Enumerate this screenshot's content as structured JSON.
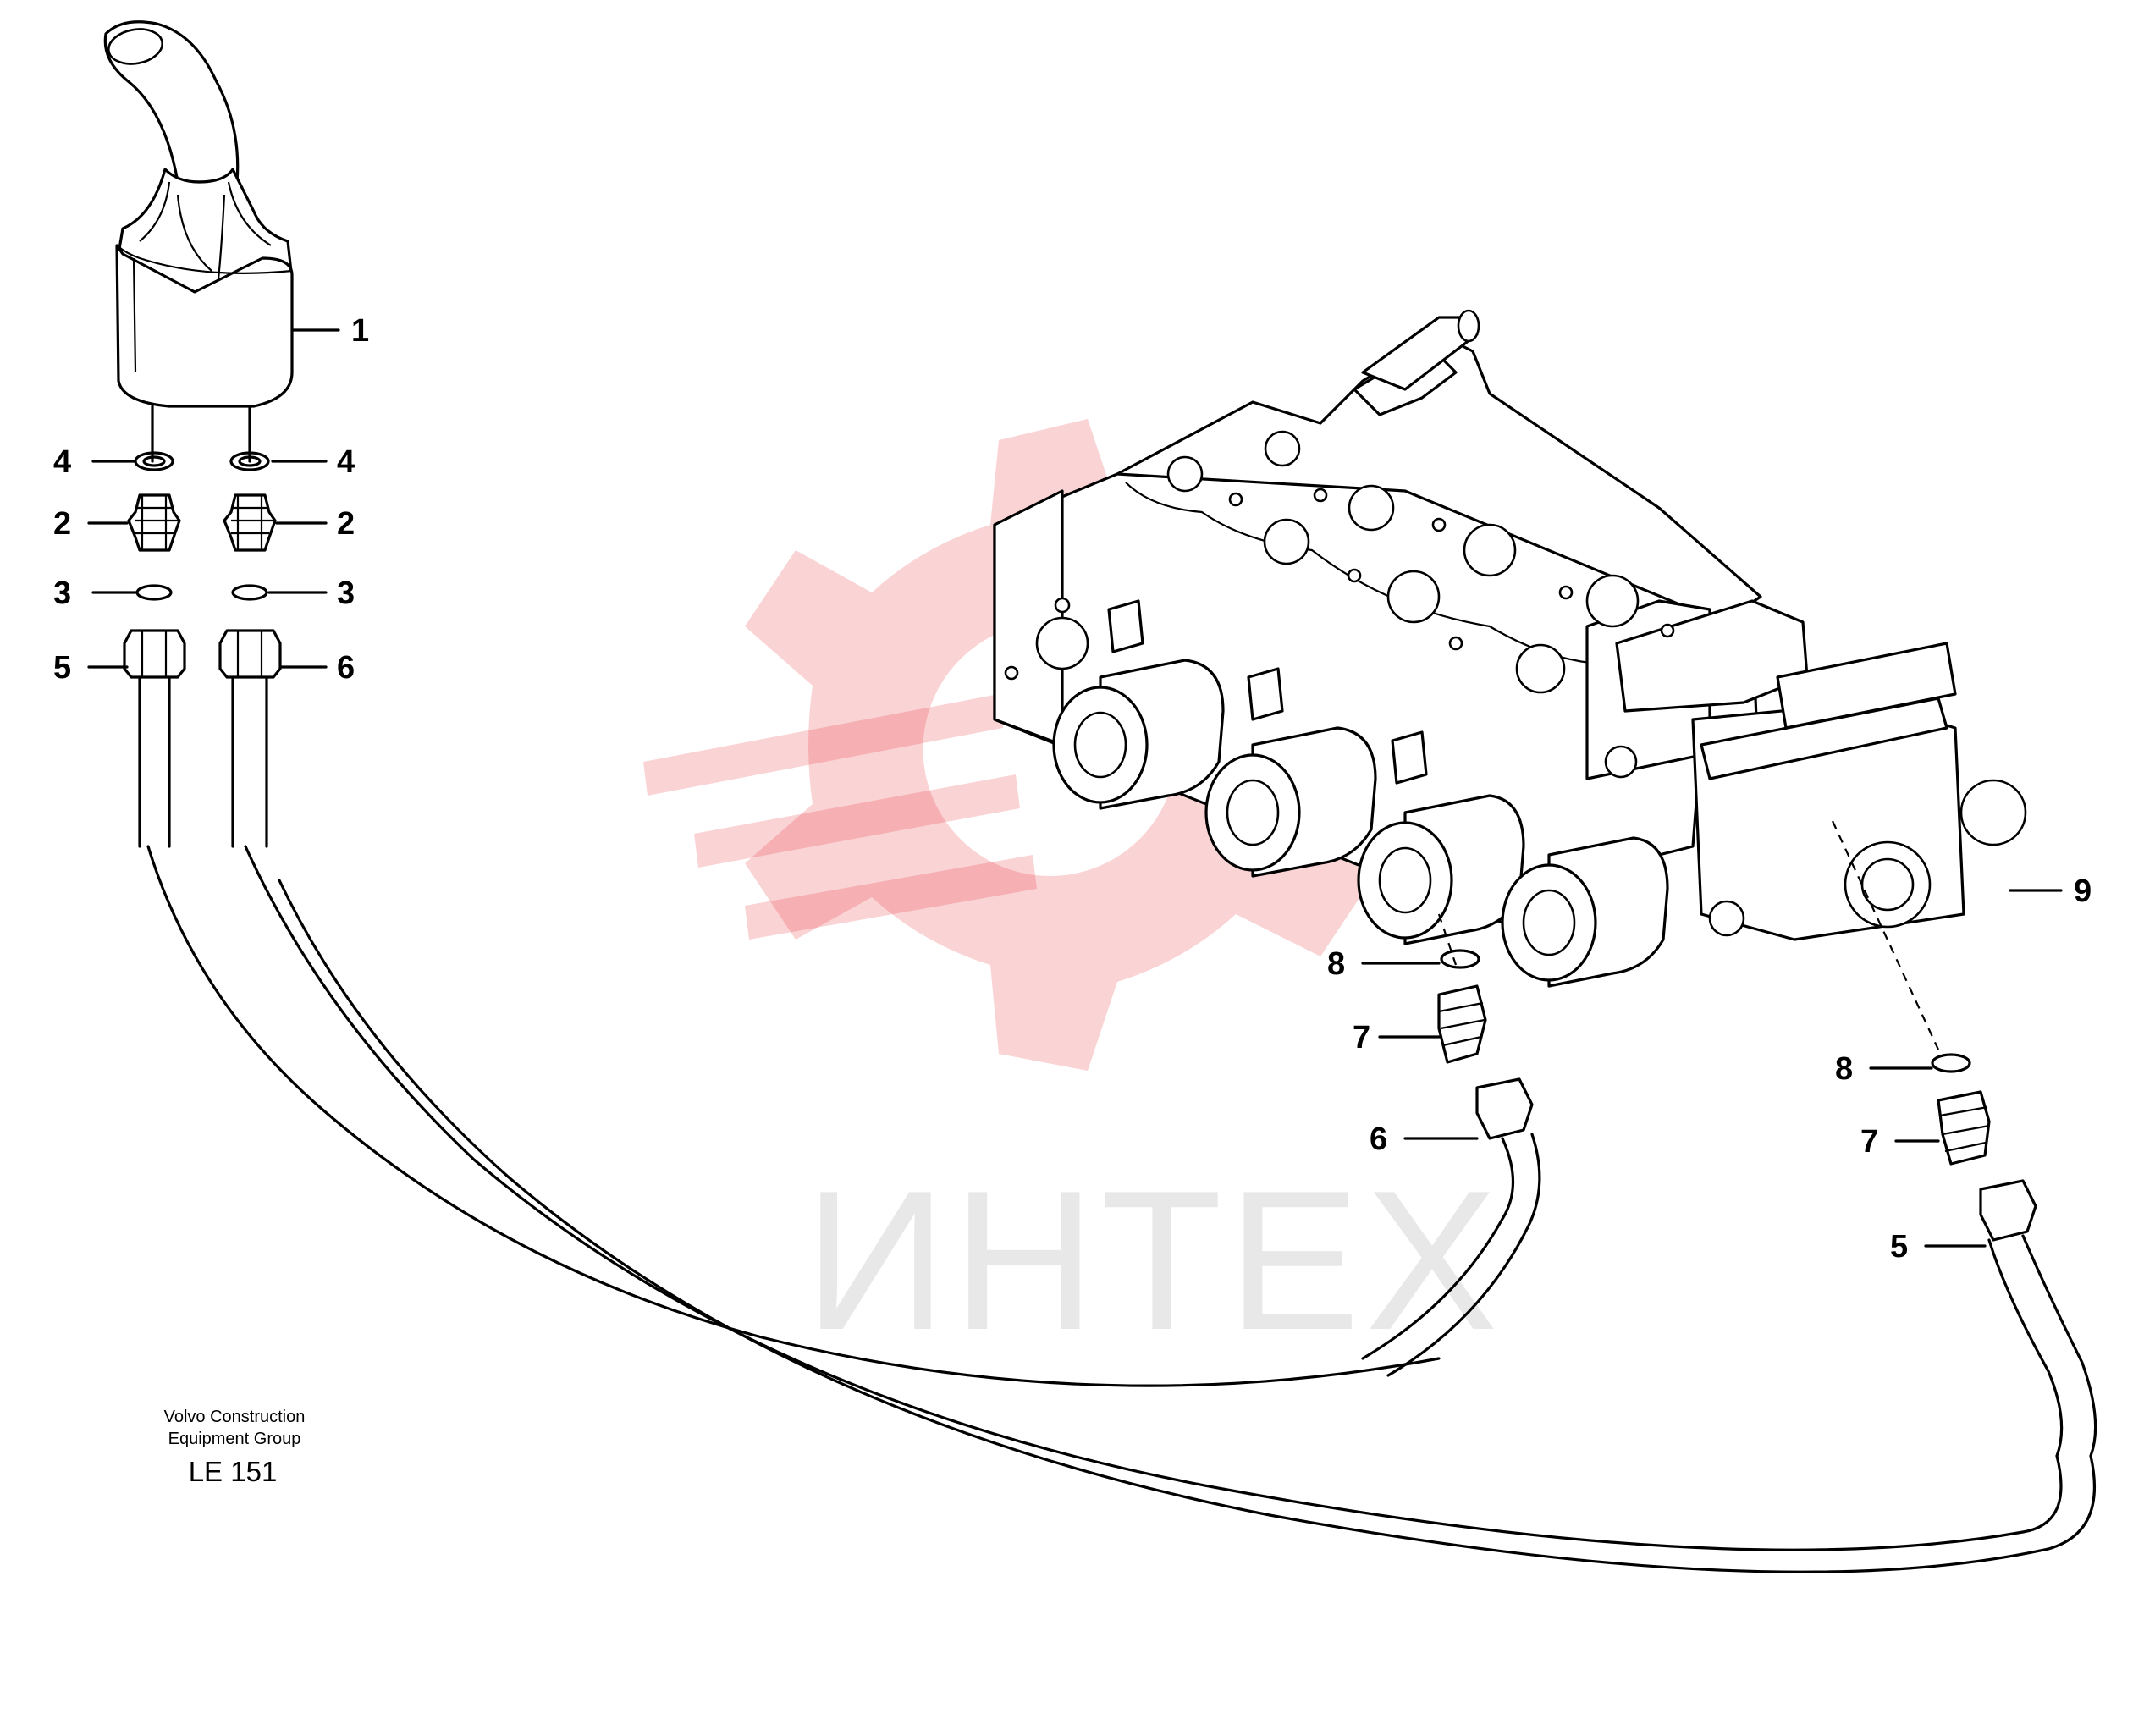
{
  "watermark": {
    "text": "ИНТЕХ",
    "color": "#e8383f"
  },
  "credit": {
    "line1": "Volvo Construction",
    "line2": "Equipment Group",
    "code": "LE 151"
  },
  "callouts": {
    "lever": "1",
    "left_4a": "4",
    "left_2a": "2",
    "left_3a": "3",
    "left_5": "5",
    "right_4b": "4",
    "right_2b": "2",
    "right_3b": "3",
    "right_6": "6",
    "valve_9": "9",
    "mid_8": "8",
    "mid_7": "7",
    "mid_6": "6",
    "far_8": "8",
    "far_7": "7",
    "far_5": "5"
  }
}
